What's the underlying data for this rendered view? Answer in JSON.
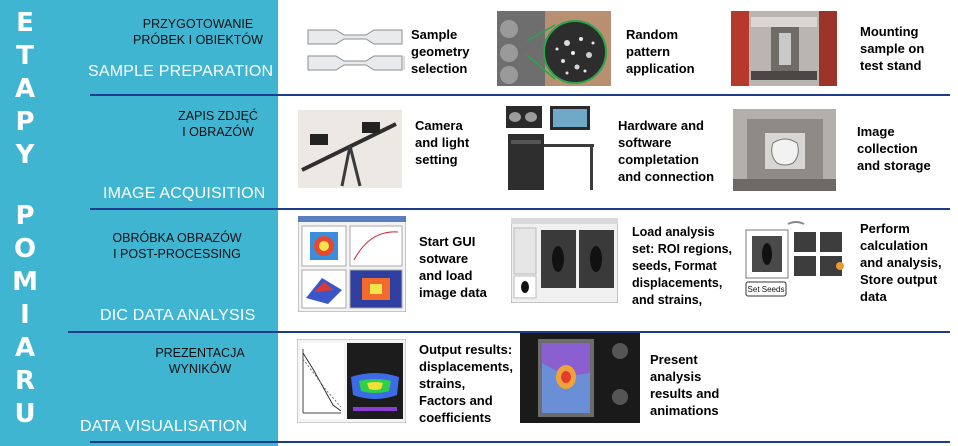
{
  "side_letters": [
    "E",
    "T",
    "A",
    "P",
    "Y",
    "",
    "P",
    "O",
    "M",
    "I",
    "A",
    "R",
    "U"
  ],
  "colors": {
    "band": "#3fb5d2",
    "divider": "#1f3b8c",
    "stage_text": "#ffffff"
  },
  "stages": [
    {
      "pl": "PRZYGOTOWANIE\nPRÓBEK I OBIEKTÓW",
      "en": "SAMPLE PREPARATION",
      "items": [
        "Sample\ngeometry\nselection",
        "Random\npattern\napplication",
        "Mounting\nsample on\ntest stand"
      ]
    },
    {
      "pl": "ZAPIS ZDJĘĆ\nI OBRAZÓW",
      "en": "IMAGE ACQUISITION",
      "items": [
        "Camera\nand light\nsetting",
        "Hardware and\nsoftware\ncompletation\nand connection",
        "Image\ncollection\nand storage"
      ]
    },
    {
      "pl": "OBRÓBKA OBRAZÓW\nI  POST-PROCESSING",
      "en": "DIC DATA ANALYSIS",
      "items": [
        "Start GUI\nsotware\nand load\nimage data",
        "Load analysis\nset: ROI regions,\nseeds, Format\ndisplacements,\nand strains,",
        "Perform\ncalculation\nand analysis,\nStore output\ndata"
      ]
    },
    {
      "pl": "PREZENTACJA\nWYNIKÓW",
      "en": "DATA VISUALISATION",
      "items": [
        "Output results:\ndisplacements,\nstrains,\nFactors and\ncoefficients",
        "Present\nanalysis\nresults and\nanimations"
      ]
    }
  ],
  "image_labels": {
    "set_seeds": "Set Seeds"
  }
}
